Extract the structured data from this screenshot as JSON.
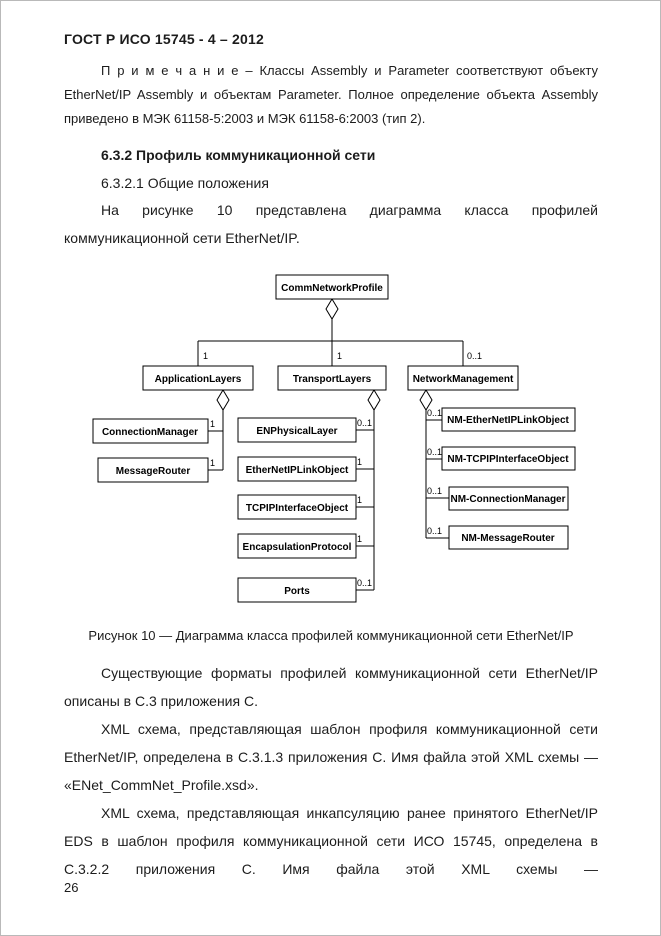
{
  "doc": {
    "header": "ГОСТ Р ИСО 15745 - 4 – 2012",
    "note": "П р и м е ч а н и е  – Классы Assembly и Parameter соответствуют объекту EtherNet/IP Assembly и объектам Parameter. Полное определение объекта Assembly приведено в МЭК 61158-5:2003 и МЭК 61158-6:2003 (тип 2).",
    "section_heading": "6.3.2  Профиль коммуникационной сети",
    "subsection_heading": "6.3.2.1  Общие положения",
    "intro_paragraph": "На рисунке 10 представлена диаграмма класса профилей коммуникационной сети EtherNet/IP.",
    "figure_caption": "Рисунок 10 — Диаграмма класса профилей коммуникационной сети EtherNet/IP",
    "paragraph_formats": "Существующие форматы профилей коммуникационной сети EtherNet/IP описаны в С.3 приложения С.",
    "paragraph_xml_schema": "XML схема, представляющая шаблон профиля коммуникационной сети EtherNet/IP, определена в С.3.1.3 приложения С. Имя файла этой XML схемы — «ENet_CommNet_Profile.xsd».",
    "paragraph_xml_eds": "XML схема, представляющая инкапсуляцию ранее принятого EtherNet/IP EDS в шаблон профиля коммуникационной сети ИСО 15745, определена в С.3.2.2 приложения С. Имя файла этой XML схемы —",
    "page_number": "26"
  },
  "diagram": {
    "root": {
      "label": "CommNetworkProfile"
    },
    "level1": [
      {
        "label": "ApplicationLayers",
        "multiplicity": "1"
      },
      {
        "label": "TransportLayers",
        "multiplicity": "1"
      },
      {
        "label": "NetworkManagement",
        "multiplicity": "0..1"
      }
    ],
    "application_children": [
      {
        "label": "ConnectionManager",
        "multiplicity": "1"
      },
      {
        "label": "MessageRouter",
        "multiplicity": "1"
      }
    ],
    "transport_children": [
      {
        "label": "ENPhysicalLayer",
        "multiplicity": "0..1"
      },
      {
        "label": "EtherNetIPLinkObject",
        "multiplicity": "1"
      },
      {
        "label": "TCPIPInterfaceObject",
        "multiplicity": "1"
      },
      {
        "label": "EncapsulationProtocol",
        "multiplicity": "1"
      },
      {
        "label": "Ports",
        "multiplicity": "0..1"
      }
    ],
    "network_children": [
      {
        "label": "NM-EtherNetIPLinkObject",
        "multiplicity": "0..1"
      },
      {
        "label": "NM-TCPIPInterfaceObject",
        "multiplicity": "0..1"
      },
      {
        "label": "NM-ConnectionManager",
        "multiplicity": "0..1"
      },
      {
        "label": "NM-MessageRouter",
        "multiplicity": "0..1"
      }
    ]
  }
}
